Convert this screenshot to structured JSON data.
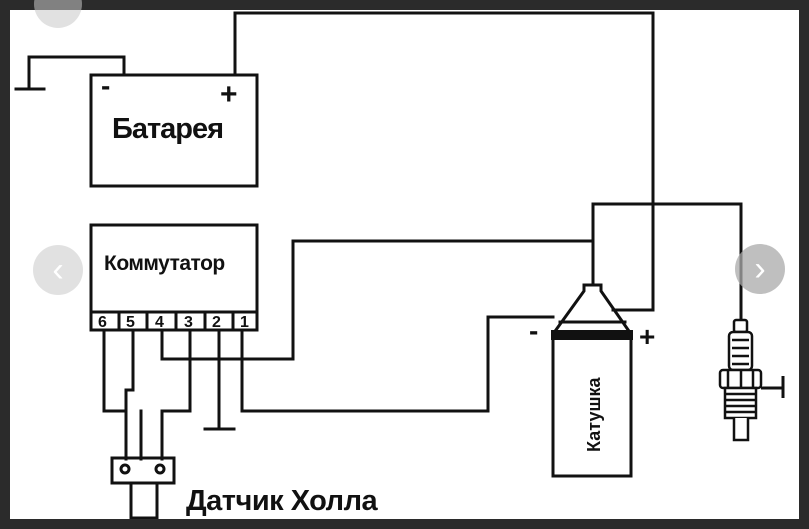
{
  "labels": {
    "battery": "Батарея",
    "battery_minus": "-",
    "battery_plus": "+",
    "commutator": "Коммутатор",
    "pins": [
      "6",
      "5",
      "4",
      "3",
      "2",
      "1"
    ],
    "coil": "Катушка",
    "coil_minus": "-",
    "coil_plus": "+",
    "hall_sensor": "Датчик Холла"
  },
  "nav": {
    "prev_glyph": "‹",
    "next_glyph": "›"
  },
  "colors": {
    "ink": "#111111",
    "background": "#ffffff",
    "frame": "#2b2b2b"
  }
}
